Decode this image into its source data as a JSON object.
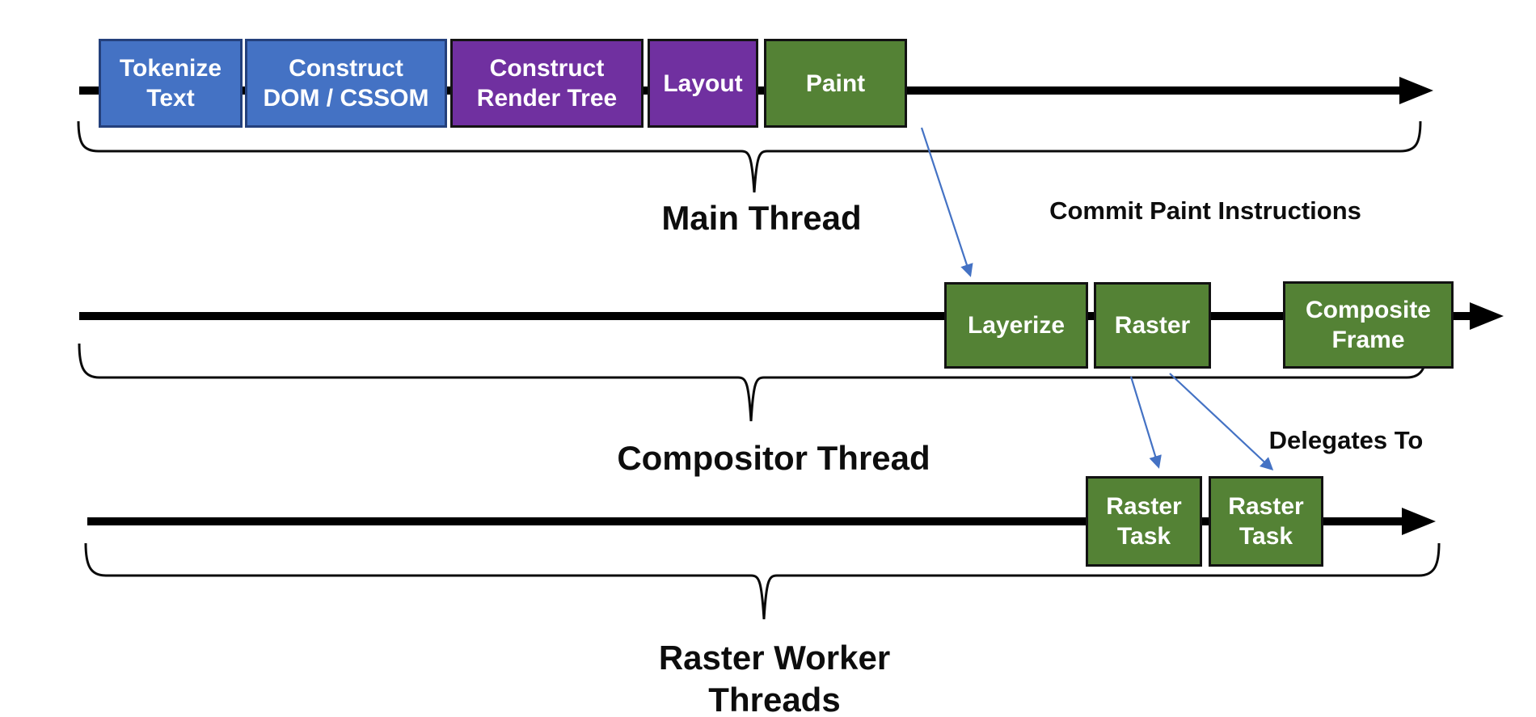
{
  "diagram": {
    "threads": [
      {
        "label": "Main Thread",
        "boxes": [
          {
            "label": "Tokenize\nText",
            "color": "#4472C4"
          },
          {
            "label": "Construct\nDOM / CSSOM",
            "color": "#4472C4"
          },
          {
            "label": "Construct\nRender Tree",
            "color": "#7030A0"
          },
          {
            "label": "Layout",
            "color": "#7030A0"
          },
          {
            "label": "Paint",
            "color": "#548235"
          }
        ]
      },
      {
        "label": "Compositor Thread",
        "boxes": [
          {
            "label": "Layerize",
            "color": "#548235"
          },
          {
            "label": "Raster",
            "color": "#548235"
          },
          {
            "label": "Composite\nFrame",
            "color": "#548235"
          }
        ]
      },
      {
        "label": "Raster Worker\nThreads",
        "boxes": [
          {
            "label": "Raster\nTask",
            "color": "#548235"
          },
          {
            "label": "Raster\nTask",
            "color": "#548235"
          }
        ]
      }
    ],
    "annotations": [
      {
        "label": "Commit Paint Instructions"
      },
      {
        "label": "Delegates To"
      }
    ],
    "colors": {
      "process_blue": "#4472C4",
      "process_purple": "#7030A0",
      "process_green": "#548235",
      "connector_blue": "#4472C4",
      "timeline_black": "#000000"
    }
  }
}
